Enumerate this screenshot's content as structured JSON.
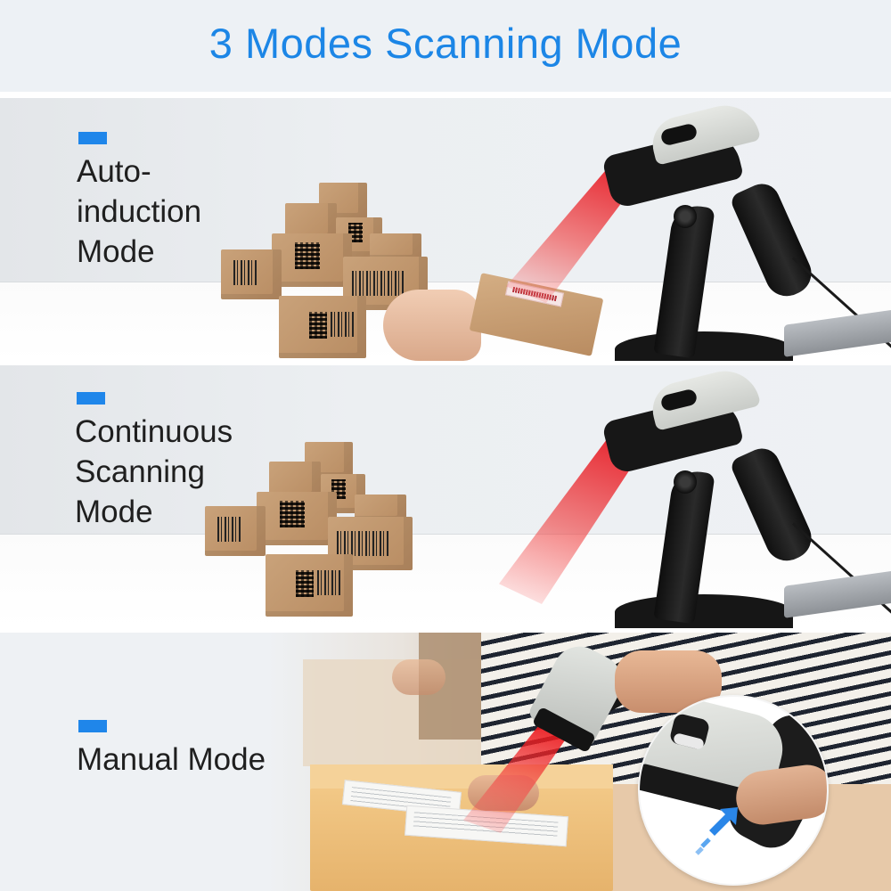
{
  "title": "3 Modes Scanning Mode",
  "colors": {
    "accent_blue": "#1c86e6",
    "marker_blue": "#1f86ea",
    "label_text": "#1f1f1f",
    "title_band_bg": "#edf1f5",
    "laser_red": "#e6141e"
  },
  "panels": [
    {
      "name": "auto-induction",
      "marker": "blue-rectangle",
      "label_lines": [
        "Auto-",
        "induction",
        "Mode"
      ],
      "scene": "scanner on stand scanning barcode label of box held in hand; stack of cardboard boxes with barcodes and QR codes; laptop at right",
      "icons": [
        "scanner-on-stand",
        "laser-beam",
        "cardboard-boxes",
        "laptop"
      ]
    },
    {
      "name": "continuous-scanning",
      "marker": "blue-rectangle",
      "label_lines": [
        "Continuous",
        "Scanning",
        "Mode"
      ],
      "scene": "scanner on stand emitting continuous laser beam; stack of cardboard boxes with barcodes and QR codes; laptop at right",
      "icons": [
        "scanner-on-stand",
        "laser-beam",
        "cardboard-boxes",
        "laptop"
      ]
    },
    {
      "name": "manual",
      "marker": "blue-rectangle",
      "label_lines": [
        "Manual Mode"
      ],
      "scene": "person in striped shirt holding handheld scanner aimed at shipping label on cardboard box; inset circle shows finger pressing trigger with blue arrow",
      "icons": [
        "handheld-scanner",
        "laser-beam",
        "shipping-box",
        "zoom-inset",
        "trigger-arrow"
      ]
    }
  ]
}
